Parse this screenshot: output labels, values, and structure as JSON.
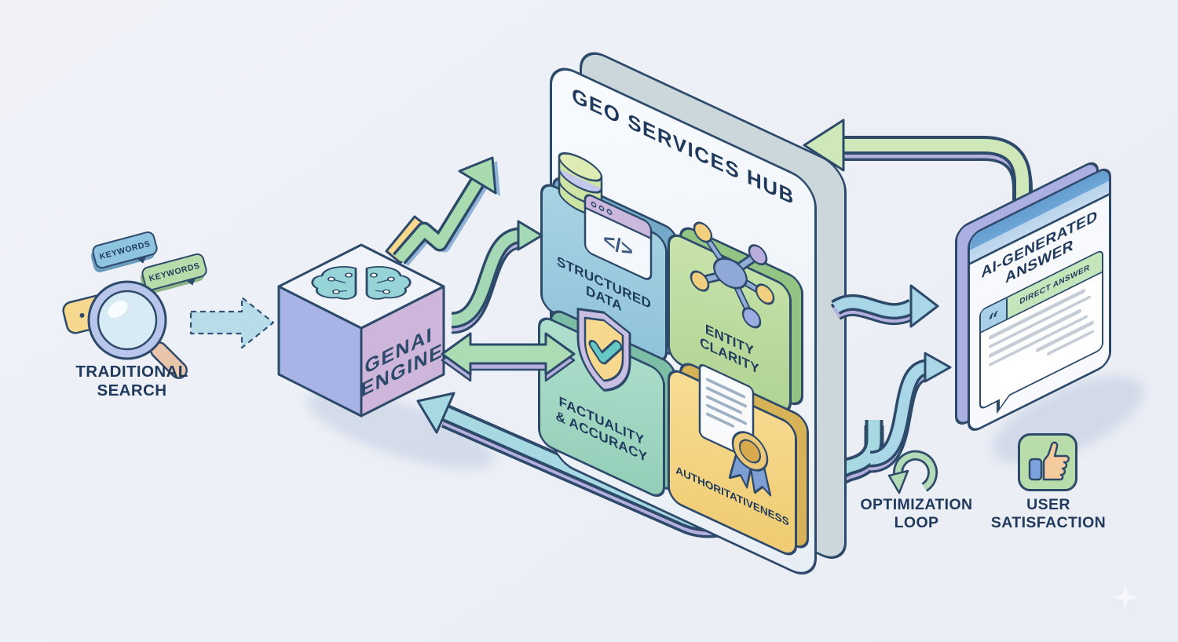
{
  "background": "#edf0f6",
  "palette": {
    "outline": "#2e4a6b",
    "text": "#1f3a5c",
    "green_arrow": "#a5d9b5",
    "blue_arrow": "#a9d7e8",
    "lavender_edge": "#b5b0de",
    "hub_face": "#f5f8fc",
    "hub_side": "#ccd7db",
    "card_structured_data": "#9ecde0",
    "card_entity_clarity": "#c3e0a6",
    "card_factuality": "#a8dcca",
    "card_authoritativeness": "#f6d98c",
    "cube_left": "#a9b4e6",
    "cube_right": "#cdb6da",
    "cube_top": "#f0f4fa",
    "brain": "#97d4d8",
    "yellow": "#f6d98e"
  },
  "traditional_search": {
    "label_lines": [
      "TRADITIONAL",
      "SEARCH"
    ],
    "tags": [
      "KEYWORDS",
      "KEYWORDS"
    ],
    "icons": [
      "magnifier-icon",
      "chat-bubble-icon"
    ]
  },
  "genai_engine": {
    "label_lines": [
      "GENAI",
      "ENGINE"
    ],
    "icon": "brain-circuit-icon"
  },
  "hub": {
    "title": "GEO SERVICES HUB",
    "cards": [
      {
        "id": "structured-data",
        "label_lines": [
          "STRUCTURED",
          "DATA"
        ],
        "icon": "database-code-icon"
      },
      {
        "id": "entity-clarity",
        "label_lines": [
          "ENTITY",
          "CLARITY"
        ],
        "icon": "entity-network-icon"
      },
      {
        "id": "factuality-accuracy",
        "label_lines": [
          "FACTUALITY",
          "& ACCURACY"
        ],
        "icon": "shield-check-icon"
      },
      {
        "id": "authoritativeness",
        "label_lines": [
          "AUTHORITATIVENESS"
        ],
        "icon": "certificate-ribbon-icon"
      }
    ]
  },
  "answer_panel": {
    "title_lines": [
      "AI-GENERATED",
      "ANSWER"
    ],
    "badge": "DIRECT ANSWER",
    "quote_glyph": "“"
  },
  "optimization_loop": {
    "label_lines": [
      "OPTIMIZATION",
      "LOOP"
    ],
    "icon": "refresh-loop-icon"
  },
  "user_satisfaction": {
    "label_lines": [
      "USER",
      "SATISFACTION"
    ],
    "icon": "thumbs-up-icon"
  }
}
